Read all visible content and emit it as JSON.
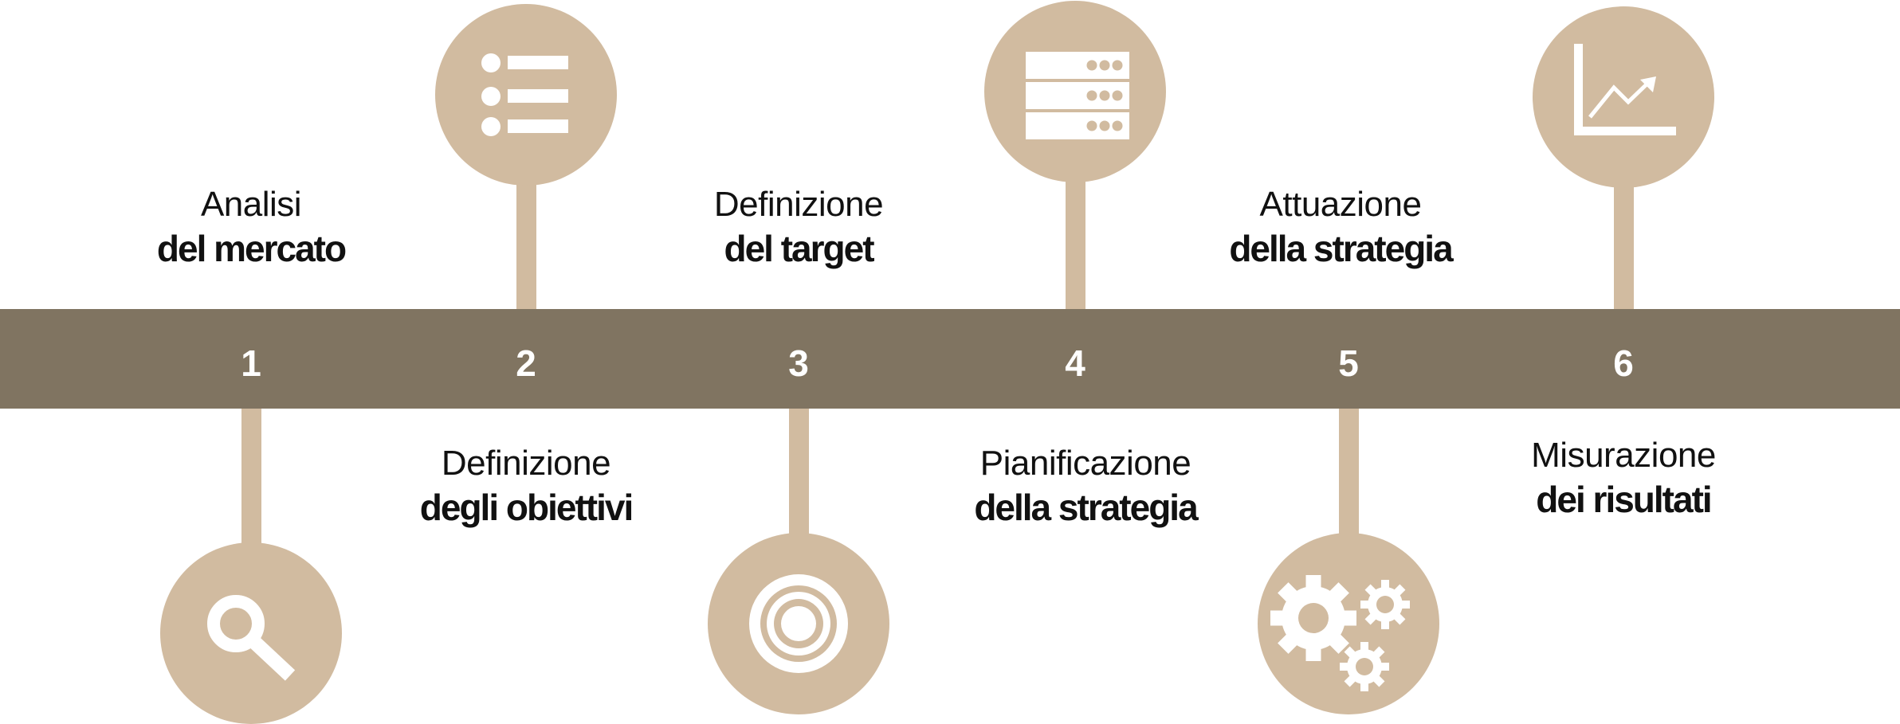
{
  "colors": {
    "band": "#807461",
    "accent": "#d1bba0",
    "number": "#ffffff",
    "icon": "#ffffff",
    "text": "#111111"
  },
  "steps": [
    {
      "number": "1",
      "title_light": "Analisi",
      "title_bold": "del mercato",
      "icon": "magnifier-icon",
      "position": "bottom"
    },
    {
      "number": "2",
      "title_light": "Definizione",
      "title_bold": "degli obiettivi",
      "icon": "list-icon",
      "position": "top"
    },
    {
      "number": "3",
      "title_light": "Definizione",
      "title_bold": "del target",
      "icon": "target-icon",
      "position": "bottom"
    },
    {
      "number": "4",
      "title_light": "Pianificazione",
      "title_bold": "della strategia",
      "icon": "server-icon",
      "position": "top"
    },
    {
      "number": "5",
      "title_light": "Attuazione",
      "title_bold": "della strategia",
      "icon": "gears-icon",
      "position": "bottom"
    },
    {
      "number": "6",
      "title_light": "Misurazione",
      "title_bold": "dei risultati",
      "icon": "growth-chart-icon",
      "position": "top"
    }
  ]
}
